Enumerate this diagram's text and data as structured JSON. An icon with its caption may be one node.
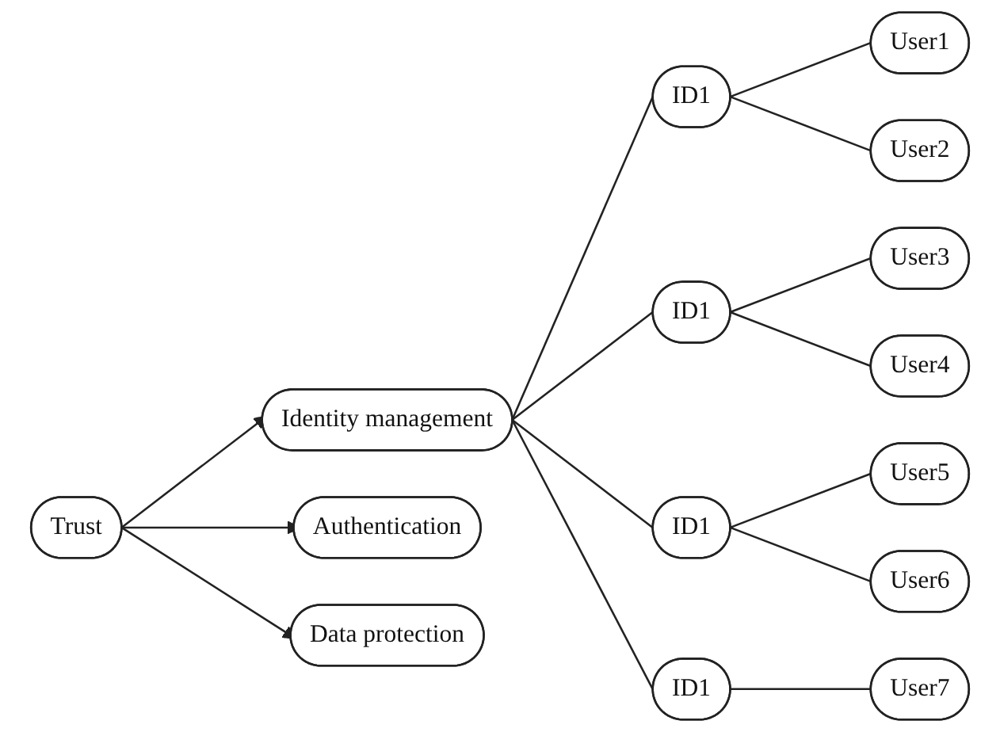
{
  "diagram": {
    "nodes": [
      {
        "text": [
          "Trust"
        ]
      },
      {
        "text": [
          "Identity management"
        ]
      },
      {
        "text": [
          "Authentication"
        ]
      },
      {
        "text": [
          "Data protection"
        ]
      },
      {
        "text": [
          "ID1"
        ]
      },
      {
        "text": [
          "ID1"
        ]
      },
      {
        "text": [
          "ID1"
        ]
      },
      {
        "text": [
          "ID1"
        ]
      },
      {
        "text": [
          "User1"
        ]
      },
      {
        "text": [
          "User2"
        ]
      },
      {
        "text": [
          "User3"
        ]
      },
      {
        "text": [
          "User4"
        ]
      },
      {
        "text": [
          "User5"
        ]
      },
      {
        "text": [
          "User6"
        ]
      },
      {
        "text": [
          "User7"
        ]
      }
    ],
    "edges": [
      {
        "from": 0,
        "to": 1,
        "arrow": "to"
      },
      {
        "from": 0,
        "to": 2,
        "arrow": "to"
      },
      {
        "from": 0,
        "to": 3,
        "arrow": "to"
      },
      {
        "from": 1,
        "to": 4,
        "arrow": "none"
      },
      {
        "from": 1,
        "to": 5,
        "arrow": "none"
      },
      {
        "from": 1,
        "to": 6,
        "arrow": "none"
      },
      {
        "from": 1,
        "to": 7,
        "arrow": "none"
      },
      {
        "from": 4,
        "to": 8,
        "arrow": "none"
      },
      {
        "from": 4,
        "to": 9,
        "arrow": "none"
      },
      {
        "from": 5,
        "to": 10,
        "arrow": "none"
      },
      {
        "from": 5,
        "to": 11,
        "arrow": "none"
      },
      {
        "from": 6,
        "to": 12,
        "arrow": "none"
      },
      {
        "from": 6,
        "to": 13,
        "arrow": "none"
      },
      {
        "from": 7,
        "to": 14,
        "arrow": "none"
      }
    ]
  }
}
